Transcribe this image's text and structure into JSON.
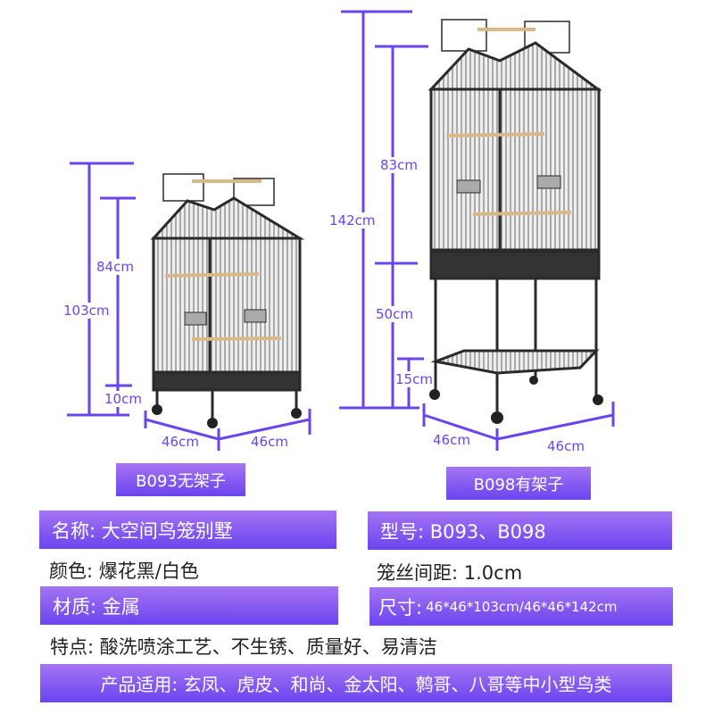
{
  "dimensions": {
    "small": {
      "total_height": "103cm",
      "cage_height": "84cm",
      "base_height": "10cm",
      "width": "46cm",
      "depth": "46cm"
    },
    "large": {
      "total_height": "142cm",
      "cage_height": "83cm",
      "stand_height": "50cm",
      "shelf_height": "15cm",
      "width": "46cm",
      "depth": "46cm"
    }
  },
  "models": {
    "small_label": "B093无架子",
    "large_label": "B098有架子"
  },
  "specs": {
    "name": "名称: 大空间鸟笼别墅",
    "model": "型号: B093、B098",
    "color": "颜色: 爆花黑/白色",
    "spacing": "笼丝间距: 1.0cm",
    "material": "材质: 金属",
    "size_label": "尺寸:",
    "size_value": "46*46*103cm/46*46*142cm",
    "features": "特点: 酸洗喷涂工艺、不生锈、质量好、易清洁",
    "usage": "产品适用: 玄凤、虎皮、和尚、金太阳、鹩哥、八哥等中小型鸟类"
  },
  "colors": {
    "accent": "#6b44ee",
    "cage": "#2a2a2a"
  }
}
